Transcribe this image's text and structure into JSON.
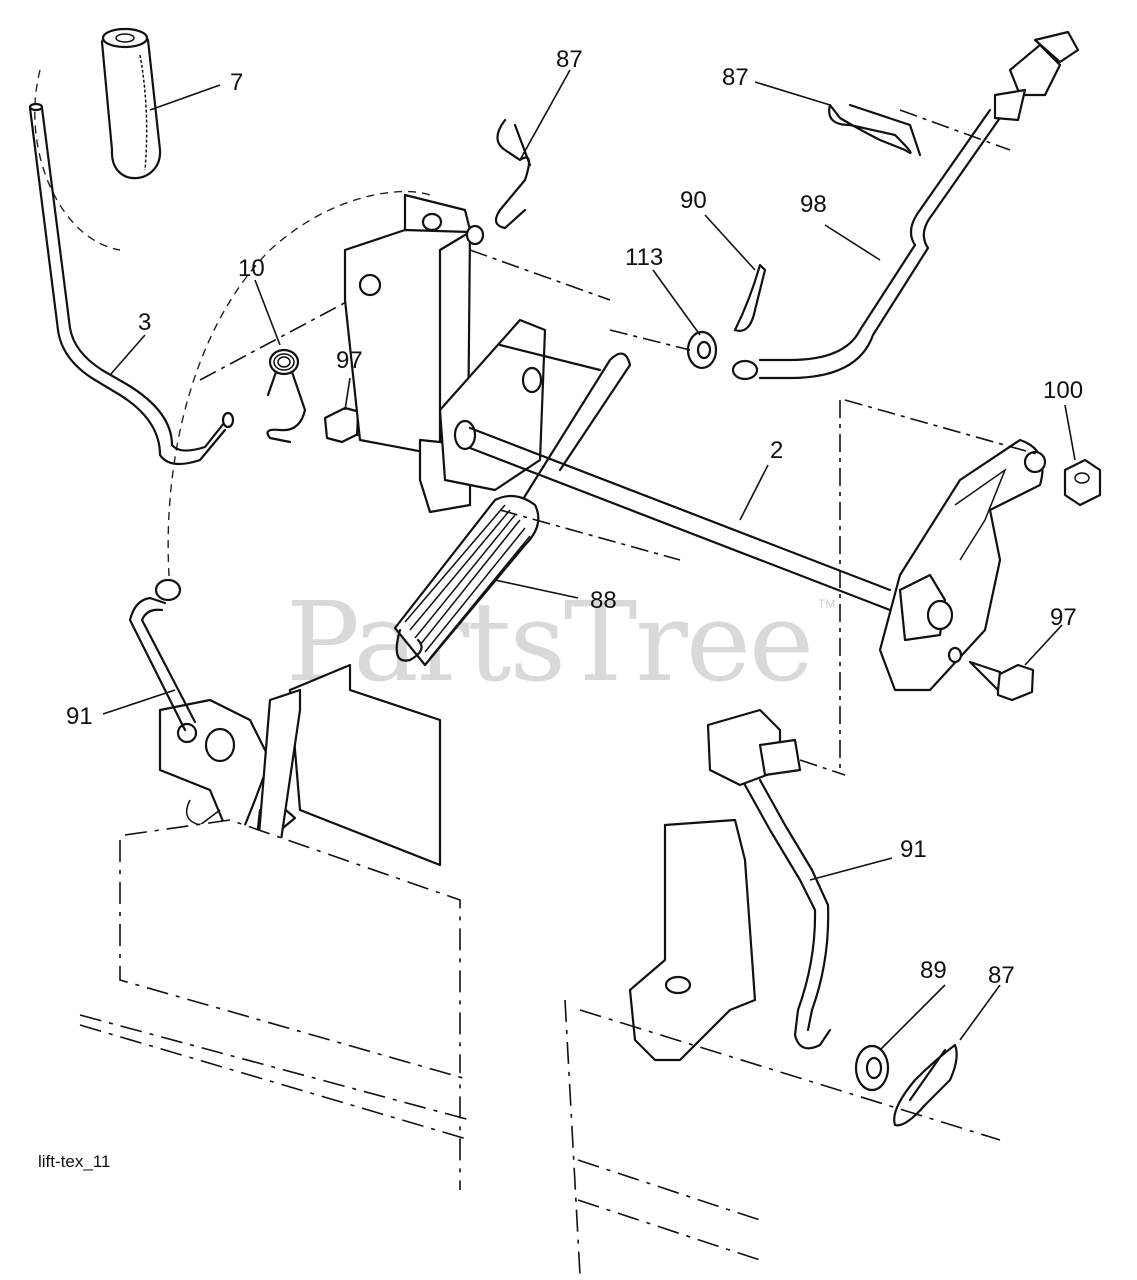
{
  "watermark": {
    "text": "PartsTree",
    "trademark": "TM"
  },
  "figure_code": "lift-tex_11",
  "callouts": [
    {
      "id": "c-7",
      "text": "7"
    },
    {
      "id": "c-87a",
      "text": "87"
    },
    {
      "id": "c-87b",
      "text": "87"
    },
    {
      "id": "c-10",
      "text": "10"
    },
    {
      "id": "c-3",
      "text": "3"
    },
    {
      "id": "c-97a",
      "text": "97"
    },
    {
      "id": "c-113",
      "text": "113"
    },
    {
      "id": "c-90",
      "text": "90"
    },
    {
      "id": "c-98",
      "text": "98"
    },
    {
      "id": "c-100",
      "text": "100"
    },
    {
      "id": "c-2",
      "text": "2"
    },
    {
      "id": "c-88",
      "text": "88"
    },
    {
      "id": "c-97b",
      "text": "97"
    },
    {
      "id": "c-91a",
      "text": "91"
    },
    {
      "id": "c-91b",
      "text": "91"
    },
    {
      "id": "c-89",
      "text": "89"
    },
    {
      "id": "c-87c",
      "text": "87"
    }
  ]
}
